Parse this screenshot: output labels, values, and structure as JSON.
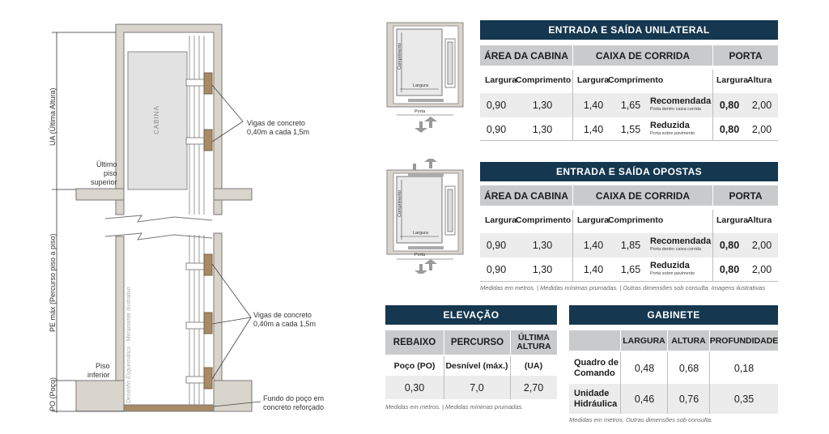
{
  "elevation_drawing": {
    "dim_ua": "UA (Última Altura)",
    "dim_pe": "PE máx (Percurso piso a piso)",
    "dim_po": "PO (Poço)",
    "top_floor": "Último\npiso\nsuperior",
    "bottom_floor": "Piso\ninferior",
    "cabin_label": "CABINA",
    "beams_top": "Vigas de concreto\n0,40m a cada 1,5m",
    "beams_bottom": "Vigas de concreto\n0,40m a cada 1,5m",
    "pit_bottom": "Fundo do poço em\nconcreto reforçado",
    "watermark": "Desenho Esquemático - Meramente Ilustrativo"
  },
  "plan_unilateral": {
    "depth": "Comprimento",
    "width": "Largura",
    "door": "Porta"
  },
  "plan_opostas": {
    "depth": "Comprimento",
    "width": "Largura",
    "door": "Porta"
  },
  "table_unilateral": {
    "title": "ENTRADA E SAÍDA UNILATERAL",
    "group_cabina": "ÁREA DA CABINA",
    "group_caixa": "CAIXA DE CORRIDA",
    "group_porta": "PORTA",
    "sub_largura": "Largura",
    "sub_comprimento": "Comprimento",
    "sub_altura": "Altura",
    "rows": [
      {
        "cab_w": "0,90",
        "cab_l": "1,30",
        "cx_w": "1,40",
        "cx_l": "1,65",
        "type": "Recomendada",
        "type_note": "Porta dentro caixa corrida",
        "door_w": "0,80",
        "door_h": "2,00"
      },
      {
        "cab_w": "0,90",
        "cab_l": "1,30",
        "cx_w": "1,40",
        "cx_l": "1,55",
        "type": "Reduzida",
        "type_note": "Porta sobre pavimento",
        "door_w": "0,80",
        "door_h": "2,00"
      }
    ]
  },
  "table_opostas": {
    "title": "ENTRADA E SAÍDA OPOSTAS",
    "group_cabina": "ÁREA DA CABINA",
    "group_caixa": "CAIXA DE CORRIDA",
    "group_porta": "PORTA",
    "sub_largura": "Largura",
    "sub_comprimento": "Comprimento",
    "sub_altura": "Altura",
    "rows": [
      {
        "cab_w": "0,90",
        "cab_l": "1,30",
        "cx_w": "1,40",
        "cx_l": "1,85",
        "type": "Recomendada",
        "type_note": "Porta dentro caixa corrida",
        "door_w": "0,80",
        "door_h": "2,00"
      },
      {
        "cab_w": "0,90",
        "cab_l": "1,30",
        "cx_w": "1,40",
        "cx_l": "1,65",
        "type": "Reduzida",
        "type_note": "Porta sobre pavimento",
        "door_w": "0,80",
        "door_h": "2,00"
      }
    ],
    "note": "Medidas em metros.  | Medidas mínimas prumadas.  | Outras dimensões sob consulta. Imagens ilustrativas."
  },
  "table_elevacao": {
    "title": "ELEVAÇÃO",
    "h_rebaixo": "REBAIXO",
    "h_percurso": "PERCURSO",
    "h_ultima": "ÚLTIMA\nALTURA",
    "s_poco": "Poço (PO)",
    "s_desnivel": "Desnível (máx.)",
    "s_ua": "(UA)",
    "v_poco": "0,30",
    "v_desnivel": "7,0",
    "v_ua": "2,70",
    "note": "Medidas em metros.  | Medidas mínimas prumadas."
  },
  "table_gabinete": {
    "title": "GABINETE",
    "h_largura": "LARGURA",
    "h_altura": "ALTURA",
    "h_profundidade": "PROFUNDIDADE",
    "rows": [
      {
        "name": "Quadro de\nComando",
        "w": "0,48",
        "h": "0,68",
        "d": "0,18"
      },
      {
        "name": "Unidade\nHidráulica",
        "w": "0,46",
        "h": "0,76",
        "d": "0,35"
      }
    ],
    "note": "Medidas em metros. Outras dimensões sob consulta."
  }
}
